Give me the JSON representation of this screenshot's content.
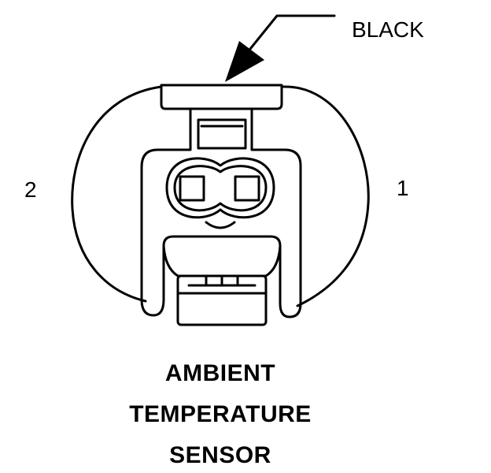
{
  "callout": {
    "wire_color": "BLACK"
  },
  "pins": {
    "left": "2",
    "right": "1"
  },
  "title": {
    "line1": "AMBIENT",
    "line2": "TEMPERATURE",
    "line3": "SENSOR"
  }
}
